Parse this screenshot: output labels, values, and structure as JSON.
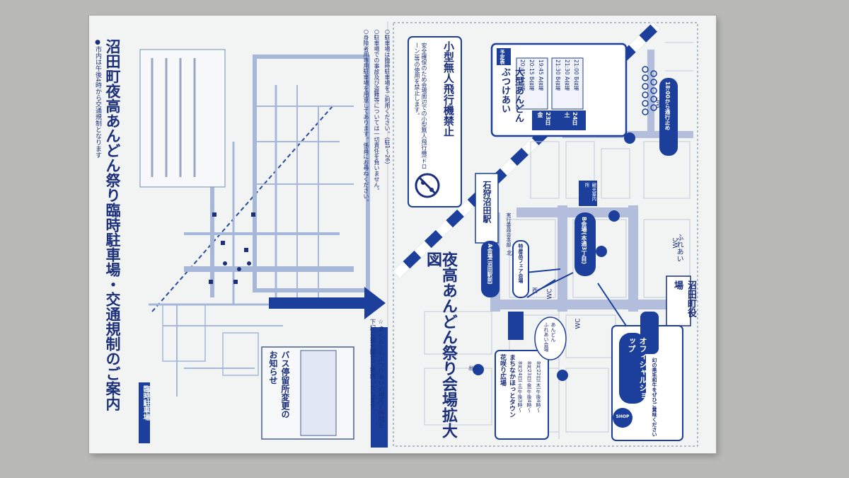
{
  "left": {
    "title": "沼田町夜高あんどん祭り臨時駐車場・交通規制のご案内",
    "subtitle": "●市内は午後4時から交通規制となります",
    "parking_label": "臨時駐車場",
    "bus_notice_title": "バス停留所変更の\nお知らせ",
    "footer_note": "☆あんどんのぶつけあいの場所と時間を\n下記に拡大図でご案内いたします。",
    "notes": [
      "○駐車場は臨時駐車場をご利用ください。（駐1〜26）",
      "○駐車場での事故及び盗難等については一切責任を負いません。",
      "○身障者用専用駐車場を用意してあります。係員にお尋ねください。"
    ]
  },
  "right": {
    "title": "夜高あんどん祭り会場拡大図",
    "drone_title": "小型無人飛行機禁止",
    "drone_text": "安全確保のため会場周辺での小型無人飛行機(ドローン)等の使用を禁止します。",
    "clash": {
      "badge": "予定表",
      "title": "大型あんどん\nぶつけあい",
      "day1": "23日金",
      "day2": "24日土",
      "times": [
        "19:45 A会場",
        "20:15 B会場",
        "20:45 A会場",
        "21:00 B会場",
        "21:30 A会場",
        "21:30 B会場"
      ]
    },
    "station": "石狩沼田駅",
    "wc": "WC",
    "venue_a": "A会場(沼田駅前)",
    "venue_b": "B会場(本通3丁目)",
    "fair": "特産品フェア会場",
    "furuai": "ふれあい",
    "town_office": "沼田町役場",
    "hq": "実行委員会本部",
    "official_shop": "オフィシャルショップ",
    "shop_label": "SHOP",
    "guide": "観光案内所",
    "exit_label": "出口",
    "north": "北",
    "west": "西",
    "plaza": "まちなかほっとタウン\n花咲り広場",
    "plaza_days": [
      "8月22日(木)午後4時〜",
      "8月23日(金)午後4時〜",
      "8月24日(土)午後3時〜"
    ],
    "andon_info": "あんどん\nふれあい会場",
    "bottom_note": "幻の黒毛和牛をぜひご賞味ください",
    "time_note": "18:00から通行止め"
  }
}
